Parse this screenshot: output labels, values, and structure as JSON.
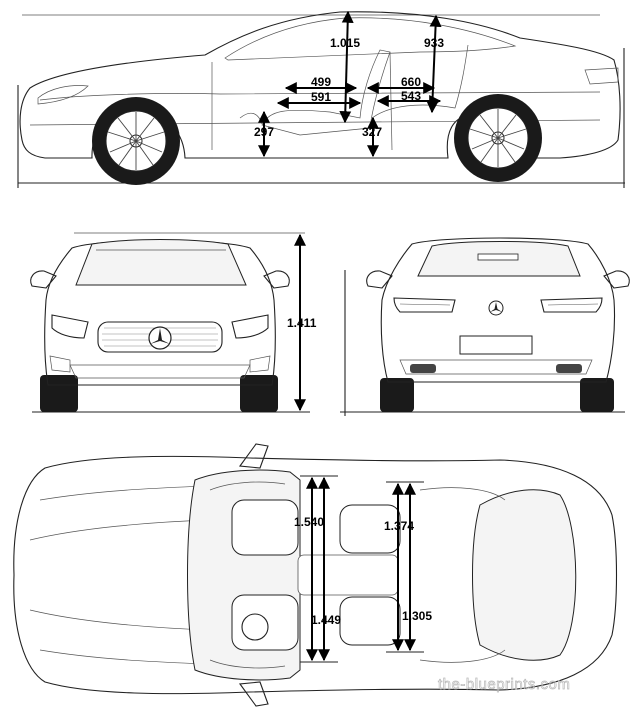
{
  "side_view": {
    "headroom_front": "1.015",
    "headroom_rear": "933",
    "legroom_front": "499",
    "legroom_front_lower": "591",
    "legroom_rear": "660",
    "legroom_rear_lower": "543",
    "seat_height_front": "297",
    "seat_height_rear": "327"
  },
  "front_view": {
    "height": "1.411"
  },
  "top_view": {
    "shoulder_front": "1.540",
    "shoulder_rear": "1.374",
    "hip_front": "1.449",
    "hip_rear": "1.305"
  },
  "watermark": "the-blueprints.com"
}
